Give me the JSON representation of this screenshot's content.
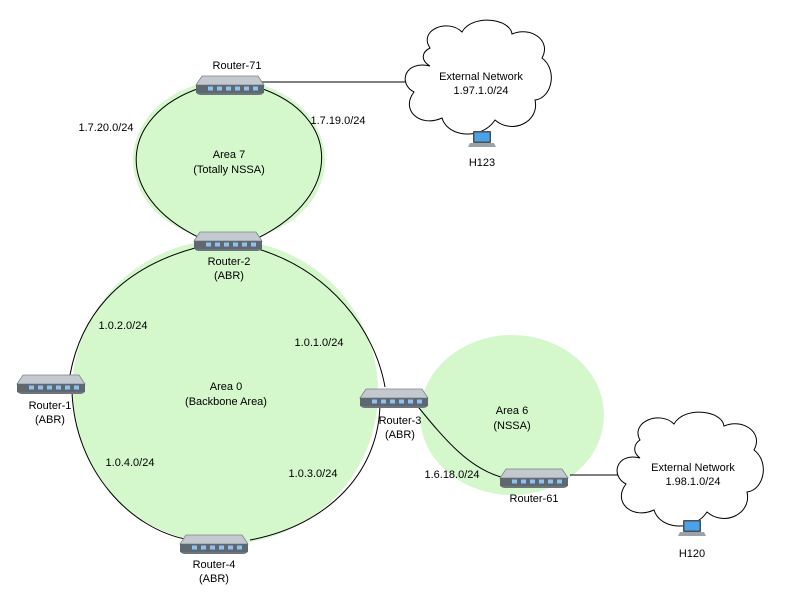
{
  "colors": {
    "area_fill": "#d4f7cc",
    "link_stroke": "#000000",
    "router_body": "#707b84",
    "router_top": "#c9ced3",
    "router_port": "#5b9bd5",
    "cloud_fill": "#ffffff"
  },
  "areas": {
    "area7": {
      "name": "Area 7",
      "type": "(Totally NSSA)"
    },
    "area0": {
      "name": "Area 0",
      "type": "(Backbone Area)"
    },
    "area6": {
      "name": "Area 6",
      "type": "(NSSA)"
    }
  },
  "routers": {
    "r71": {
      "name": "Router-71",
      "role": ""
    },
    "r2": {
      "name": "Router-2",
      "role": "(ABR)"
    },
    "r1": {
      "name": "Router-1",
      "role": "(ABR)"
    },
    "r3": {
      "name": "Router-3",
      "role": "(ABR)"
    },
    "r4": {
      "name": "Router-4",
      "role": "(ABR)"
    },
    "r61": {
      "name": "Router-61",
      "role": ""
    }
  },
  "networks": {
    "n1720": "1.7.20.0/24",
    "n1719": "1.7.19.0/24",
    "n102": "1.0.2.0/24",
    "n101": "1.0.1.0/24",
    "n104": "1.0.4.0/24",
    "n103": "1.0.3.0/24",
    "n1618": "1.6.18.0/24"
  },
  "externals": {
    "ext1": {
      "name": "External Network",
      "subnet": "1.97.1.0/24",
      "host": "H123",
      "host_icon": "laptop-icon"
    },
    "ext2": {
      "name": "External Network",
      "subnet": "1.98.1.0/24",
      "host": "H120",
      "host_icon": "laptop-icon"
    }
  }
}
